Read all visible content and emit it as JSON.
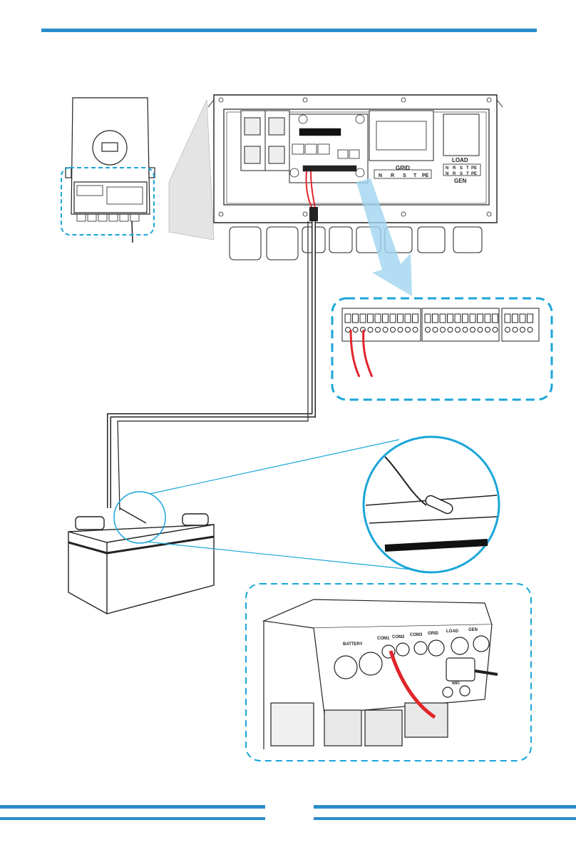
{
  "labels": {
    "grid": "GRID",
    "grid_terminals": [
      "N",
      "R",
      "S",
      "T",
      "PE"
    ],
    "load": "LOAD",
    "load_terminals": [
      "N",
      "R",
      "S",
      "T",
      "PE"
    ],
    "gen_terminals": [
      "N",
      "R",
      "S",
      "T",
      "PE"
    ],
    "gen": "GEN",
    "bottom_ports": [
      "BATTERY",
      "COM1",
      "COM2",
      "COM3",
      "GRID",
      "LOAD",
      "GEN"
    ],
    "wifi": "WIFI"
  },
  "colors": {
    "accent": "#2b8ccd",
    "wire": "#e0262b",
    "cyan_line": "#1aa6d8",
    "outline": "#222222"
  },
  "icons": [
    "inverter-thumbnail",
    "inverter-wiring-box",
    "terminal-block",
    "battery",
    "temperature-probe",
    "inverter-bottom-ports"
  ]
}
